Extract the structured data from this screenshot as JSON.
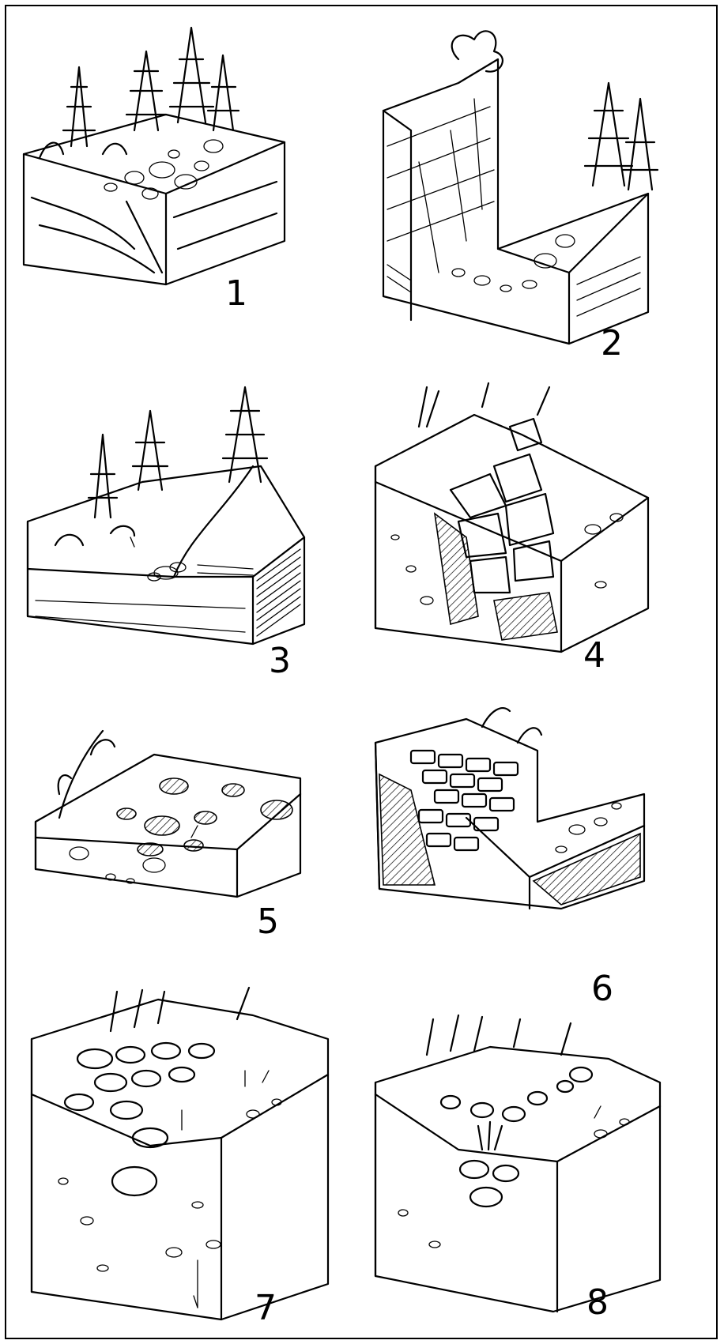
{
  "figure": {
    "panels": [
      {
        "id": "1",
        "label": "1"
      },
      {
        "id": "2",
        "label": "2"
      },
      {
        "id": "3",
        "label": "3"
      },
      {
        "id": "4",
        "label": "4"
      },
      {
        "id": "5",
        "label": "5"
      },
      {
        "id": "6",
        "label": "6"
      },
      {
        "id": "7",
        "label": "7"
      },
      {
        "id": "8",
        "label": "8"
      }
    ]
  },
  "style": {
    "ink": "#000000",
    "paper": "#ffffff"
  }
}
